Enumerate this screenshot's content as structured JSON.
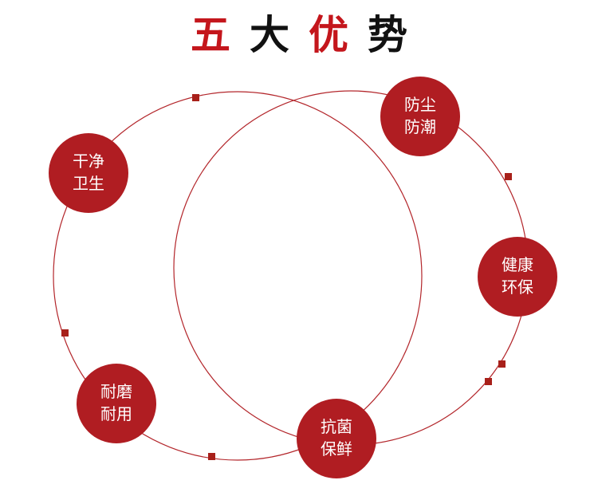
{
  "title": {
    "chars": [
      "五",
      "大",
      "优",
      "势"
    ],
    "colors": [
      "#c4161c",
      "#111111",
      "#c4161c",
      "#111111"
    ]
  },
  "colors": {
    "accent": "#b01d22",
    "line": "#b3262b",
    "marker": "#a8201a"
  },
  "nodes": [
    {
      "id": "dust",
      "lines": [
        "防尘",
        "防潮"
      ]
    },
    {
      "id": "clean",
      "lines": [
        "干净",
        "卫生"
      ]
    },
    {
      "id": "health",
      "lines": [
        "健康",
        "环保"
      ]
    },
    {
      "id": "wear",
      "lines": [
        "耐磨",
        "耐用"
      ]
    },
    {
      "id": "antibac",
      "lines": [
        "抗菌",
        "保鲜"
      ]
    }
  ]
}
